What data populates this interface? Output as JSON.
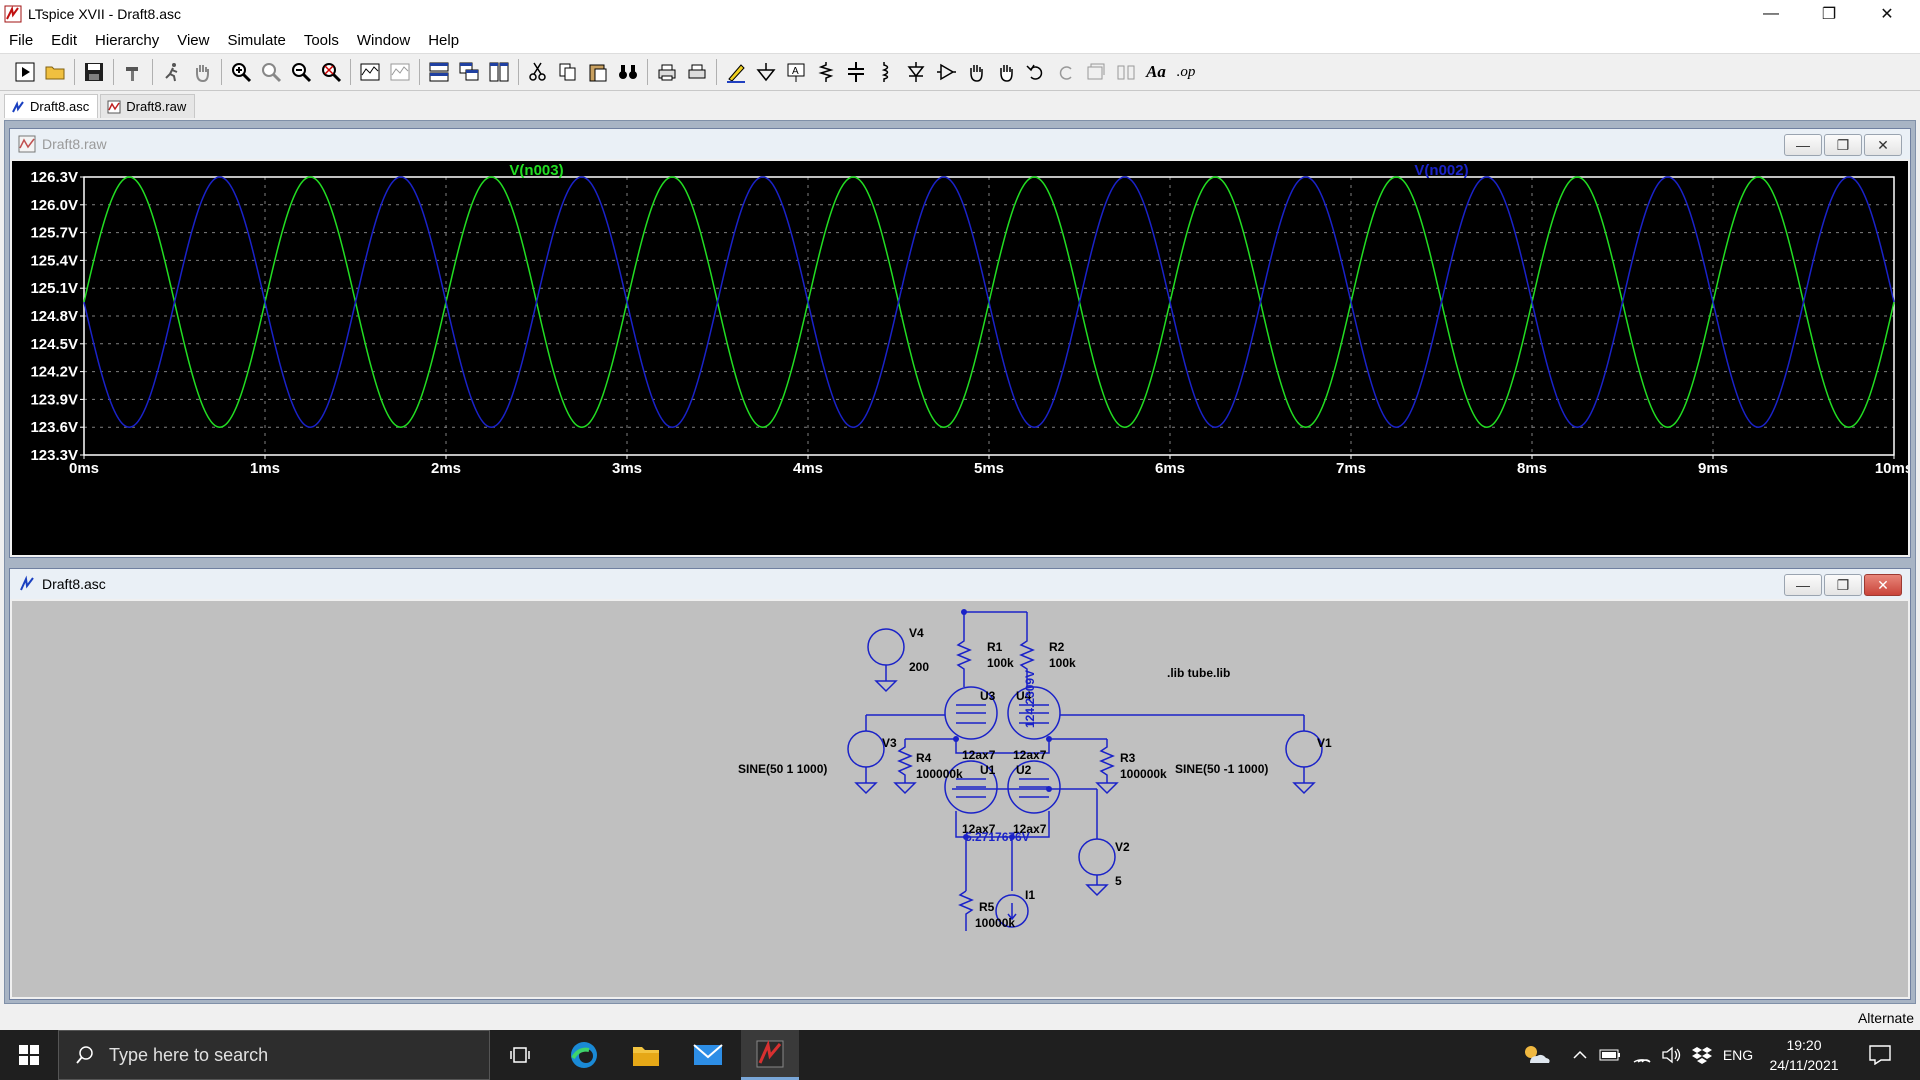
{
  "window": {
    "title": "LTspice XVII - Draft8.asc",
    "controls": {
      "minimize": "—",
      "restore": "❐",
      "close": "✕"
    }
  },
  "menu": {
    "items": [
      {
        "label": "File"
      },
      {
        "label": "Edit"
      },
      {
        "label": "Hierarchy"
      },
      {
        "label": "View"
      },
      {
        "label": "Simulate"
      },
      {
        "label": "Tools"
      },
      {
        "label": "Window"
      },
      {
        "label": "Help"
      }
    ]
  },
  "toolbar": {
    "text_button": "Aa",
    "op_button": ".op"
  },
  "tabs": [
    {
      "label": "Draft8.asc",
      "active": true
    },
    {
      "label": "Draft8.raw",
      "active": false
    }
  ],
  "waveform_window": {
    "title": "Draft8.raw",
    "plot_background": "#000000",
    "grid_color": "#808080",
    "axis_text_color": "#ffffff"
  },
  "chart_data": {
    "type": "line",
    "xlabel": "",
    "ylabel": "",
    "xlim": [
      0,
      10
    ],
    "ylim": [
      123.3,
      126.3
    ],
    "x_unit": "ms",
    "y_unit": "V",
    "x_ticks": [
      "0ms",
      "1ms",
      "2ms",
      "3ms",
      "4ms",
      "5ms",
      "6ms",
      "7ms",
      "8ms",
      "9ms",
      "10ms"
    ],
    "y_ticks": [
      "123.3V",
      "123.6V",
      "123.9V",
      "124.2V",
      "124.5V",
      "124.8V",
      "125.1V",
      "125.4V",
      "125.7V",
      "126.0V",
      "126.3V"
    ],
    "grid": true,
    "series": [
      {
        "name": "V(n003)",
        "color": "#22dd22",
        "offset_V": 124.95,
        "amplitude_V": 1.35,
        "frequency_kHz": 1,
        "phase": "sine"
      },
      {
        "name": "V(n002)",
        "color": "#1a22c8",
        "offset_V": 124.95,
        "amplitude_V": 1.35,
        "frequency_kHz": 1,
        "phase": "inverted sine"
      }
    ]
  },
  "schematic_window": {
    "title": "Draft8.asc",
    "background": "#c0c0c0",
    "wire_color": "#1a22c8",
    "label_color": "#000000",
    "directive": ".lib tube.lib",
    "labels": {
      "V4": "V4",
      "V4_value": "200",
      "R1": "R1",
      "R1_value": "100k",
      "R2": "R2",
      "R2_value": "100k",
      "U3": "U3",
      "U4": "U4",
      "U1": "U1",
      "U2": "U2",
      "tube_model": "12ax7",
      "R4": "R4",
      "R4_value": "100000k",
      "R3": "R3",
      "R3_value": "100000k",
      "V3": "V3",
      "V3_value": "SINE(50 1 1000)",
      "V1": "V1",
      "V1_value": "SINE(50 -1 1000)",
      "V2": "V2",
      "V2_value": "5",
      "R5": "R5",
      "R5_value": "10000k",
      "I1": "I1",
      "probe_top": "124.2309V",
      "probe_bottom": "5.2717676V"
    }
  },
  "status": {
    "text": "Alternate"
  },
  "taskbar": {
    "search_placeholder": "Type here to search",
    "language": "ENG",
    "time": "19:20",
    "date": "24/11/2021"
  }
}
